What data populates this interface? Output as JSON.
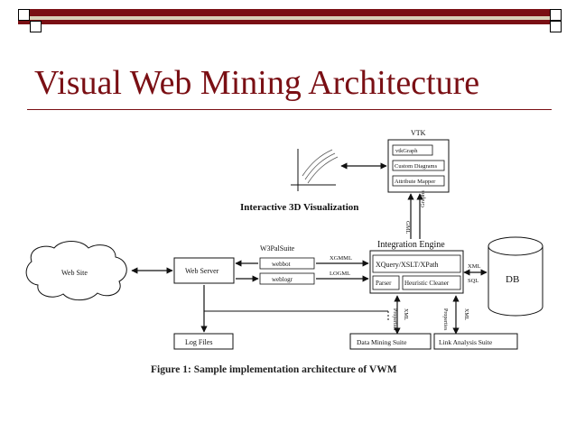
{
  "slide": {
    "title": "Visual Web Mining Architecture",
    "accent_color": "#7a0f14"
  },
  "diagram": {
    "vtk": {
      "label": "VTK",
      "items": [
        "vtkGraph",
        "Custom Diagrams",
        "Attribute Mapper"
      ]
    },
    "visualization_label": "Interactive 3D Visualization",
    "gml_label": "GML",
    "graphs_label": "Graphs",
    "integration_engine": {
      "label": "Integration Engine",
      "xquery": "XQuery/XSLT/XPath",
      "parser": "Parser",
      "cleaner": "Heuristic Cleaner"
    },
    "db_label": "DB",
    "xml_label": "XML",
    "sql_label": "SQL",
    "w3pal_label": "W3PalSuite",
    "webbot": "webbot",
    "weblogr": "weblogr",
    "xgmml_label": "XGMML",
    "logml_label": "LOGML",
    "website": "Web Site",
    "webserver": "Web Server",
    "logfiles": "Log Files",
    "datamining": "Data Mining Suite",
    "linkanalysis": "Link Analysis Suite",
    "left_props": "Properties",
    "left_xml": "XML",
    "right_props": "Properties",
    "right_xml": "XML",
    "caption": "Figure 1: Sample implementation architecture of VWM"
  }
}
